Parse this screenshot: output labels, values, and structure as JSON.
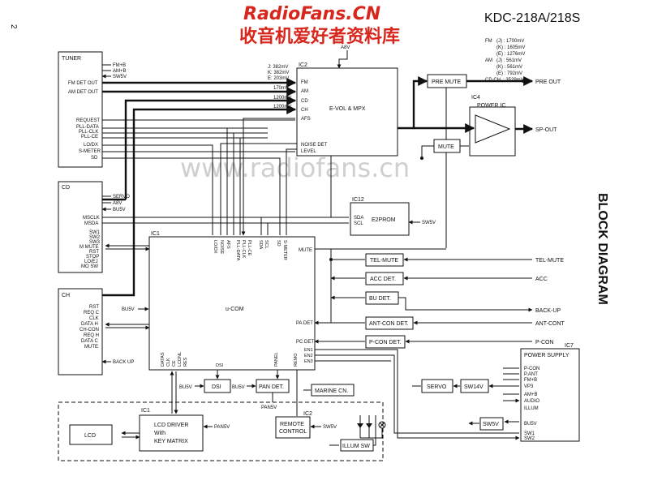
{
  "watermark": {
    "brand": "RadioFans.CN",
    "subtitle": "收音机爱好者资料库",
    "center": "www.radiofans.cn"
  },
  "header": {
    "model": "KDC-218A/218S",
    "page_number": "2",
    "side_title": "BLOCK DIAGRAM"
  },
  "fm_am_levels": {
    "fm_label": "FM",
    "am_label": "AM",
    "cdch_label": "CD,CH",
    "fm": [
      "(J) : 1700mV",
      "(K) : 1605mV",
      "(E) : 1276mV"
    ],
    "am": [
      "(J) : 561mV",
      "(K) : 561mV",
      "(E) : 792mV"
    ],
    "cdch": ": 3529mV"
  },
  "tuner": {
    "title": "TUNER",
    "pins": [
      "FM+B",
      "AM+B",
      "SW5V"
    ],
    "outputs": [
      "FM DET OUT",
      "AM DET OUT"
    ],
    "lines": [
      "REQUEST",
      "PLL-DATA",
      "PLL-CLK",
      "PLL-CE",
      "LO/DX",
      "S-METER",
      "SD"
    ]
  },
  "cd": {
    "title": "CD",
    "pins": [
      "SERVO",
      "A8V",
      "BU5V"
    ],
    "lines": [
      "MSCLK",
      "MSDA",
      "SW1",
      "SW2",
      "SW3",
      "M MUTE",
      "RST",
      "STOP",
      "LO/EJ",
      "MO SW"
    ]
  },
  "ch": {
    "title": "CH",
    "lines": [
      "RST",
      "REQ C",
      "CLK",
      "DATA H",
      "CH-CON",
      "REQ H",
      "DATA C",
      "MUTE"
    ],
    "backup": "BACK UP"
  },
  "ic2_vol": {
    "tag": "IC2",
    "title": "E-VOL & MPX",
    "a8v": "A8V",
    "inputs": [
      "FM",
      "AM",
      "CD",
      "CH",
      "AFS"
    ],
    "out_left": [
      "NOISE DET",
      "LEVEL"
    ],
    "levels": [
      "J: 382mV",
      "K: 382mV",
      "E: 203mV"
    ],
    "am_level": "170mV",
    "cd_level": "1200mV",
    "ch_level": "1200mV"
  },
  "ic12": {
    "tag": "IC12",
    "title": "E2PROM",
    "pins": [
      "SDA",
      "SCL"
    ],
    "supply": "SW5V"
  },
  "pre_mute": {
    "title": "PRE MUTE",
    "out": "PRE OUT"
  },
  "ic4": {
    "tag": "IC4",
    "title": "POWER IC",
    "out": "SP-OUT"
  },
  "mute_box": {
    "title": "MUTE"
  },
  "ucom": {
    "tag": "IC1",
    "title": "u-COM",
    "bu5v": "BU5V",
    "top_pins": [
      "LO/DX",
      "NOISE",
      "AFS",
      "PLL-DATA",
      "PLL-CLK",
      "PLL-CE",
      "SDA",
      "SCL",
      "SD",
      "S-METER"
    ],
    "right_pins": [
      "MUTE",
      "PA DET",
      "PC DET"
    ],
    "bottom_pins": [
      "DATAS",
      "CLK",
      "CE",
      "LCDNL",
      "RES",
      "DSI",
      "PANEL",
      "REMO",
      "EN1",
      "EN2",
      "EN3"
    ]
  },
  "right_blocks": {
    "tel_mute": "TEL-MUTE",
    "tel_mute_out": "TEL-MUTE",
    "acc_det": "ACC DET.",
    "acc_out": "ACC",
    "bu_det": "BU DET.",
    "backup_out": "BACK-UP",
    "ant_con": "ANT-CON DET.",
    "ant_out": "ANT-CONT",
    "p_con": "P-CON DET.",
    "p_con_out": "P-CON"
  },
  "ic7": {
    "tag": "IC7",
    "title": "POWER SUPPLY",
    "pins": [
      "P-CON",
      "P.ANT",
      "FM+B",
      "VP3",
      "AM+B",
      "AUDIO",
      "ILLUM",
      "BU5V",
      "SW1",
      "SW2"
    ]
  },
  "servo": {
    "title": "SERVO",
    "sw14v": "SW14V"
  },
  "sw5v_box": "SW5V",
  "dsi_box": {
    "title": "DSI",
    "supply": "BU5V",
    "pin": "DSI"
  },
  "pan_det": {
    "title": "PAN DET.",
    "supply": "BU5V",
    "below": "PAN5V"
  },
  "marine": "MARINE CN.",
  "panel": {
    "lcd": "LCD",
    "ic1_tag": "IC1",
    "driver": [
      "LCD DRIVER",
      "With",
      "KEY MATRIX"
    ],
    "pan5v": "PAN5V",
    "ic2_tag": "IC2",
    "remote": [
      "REMOTE",
      "CONTROL"
    ],
    "sw5v": "SW5V",
    "illum": "ILLUM SW"
  }
}
